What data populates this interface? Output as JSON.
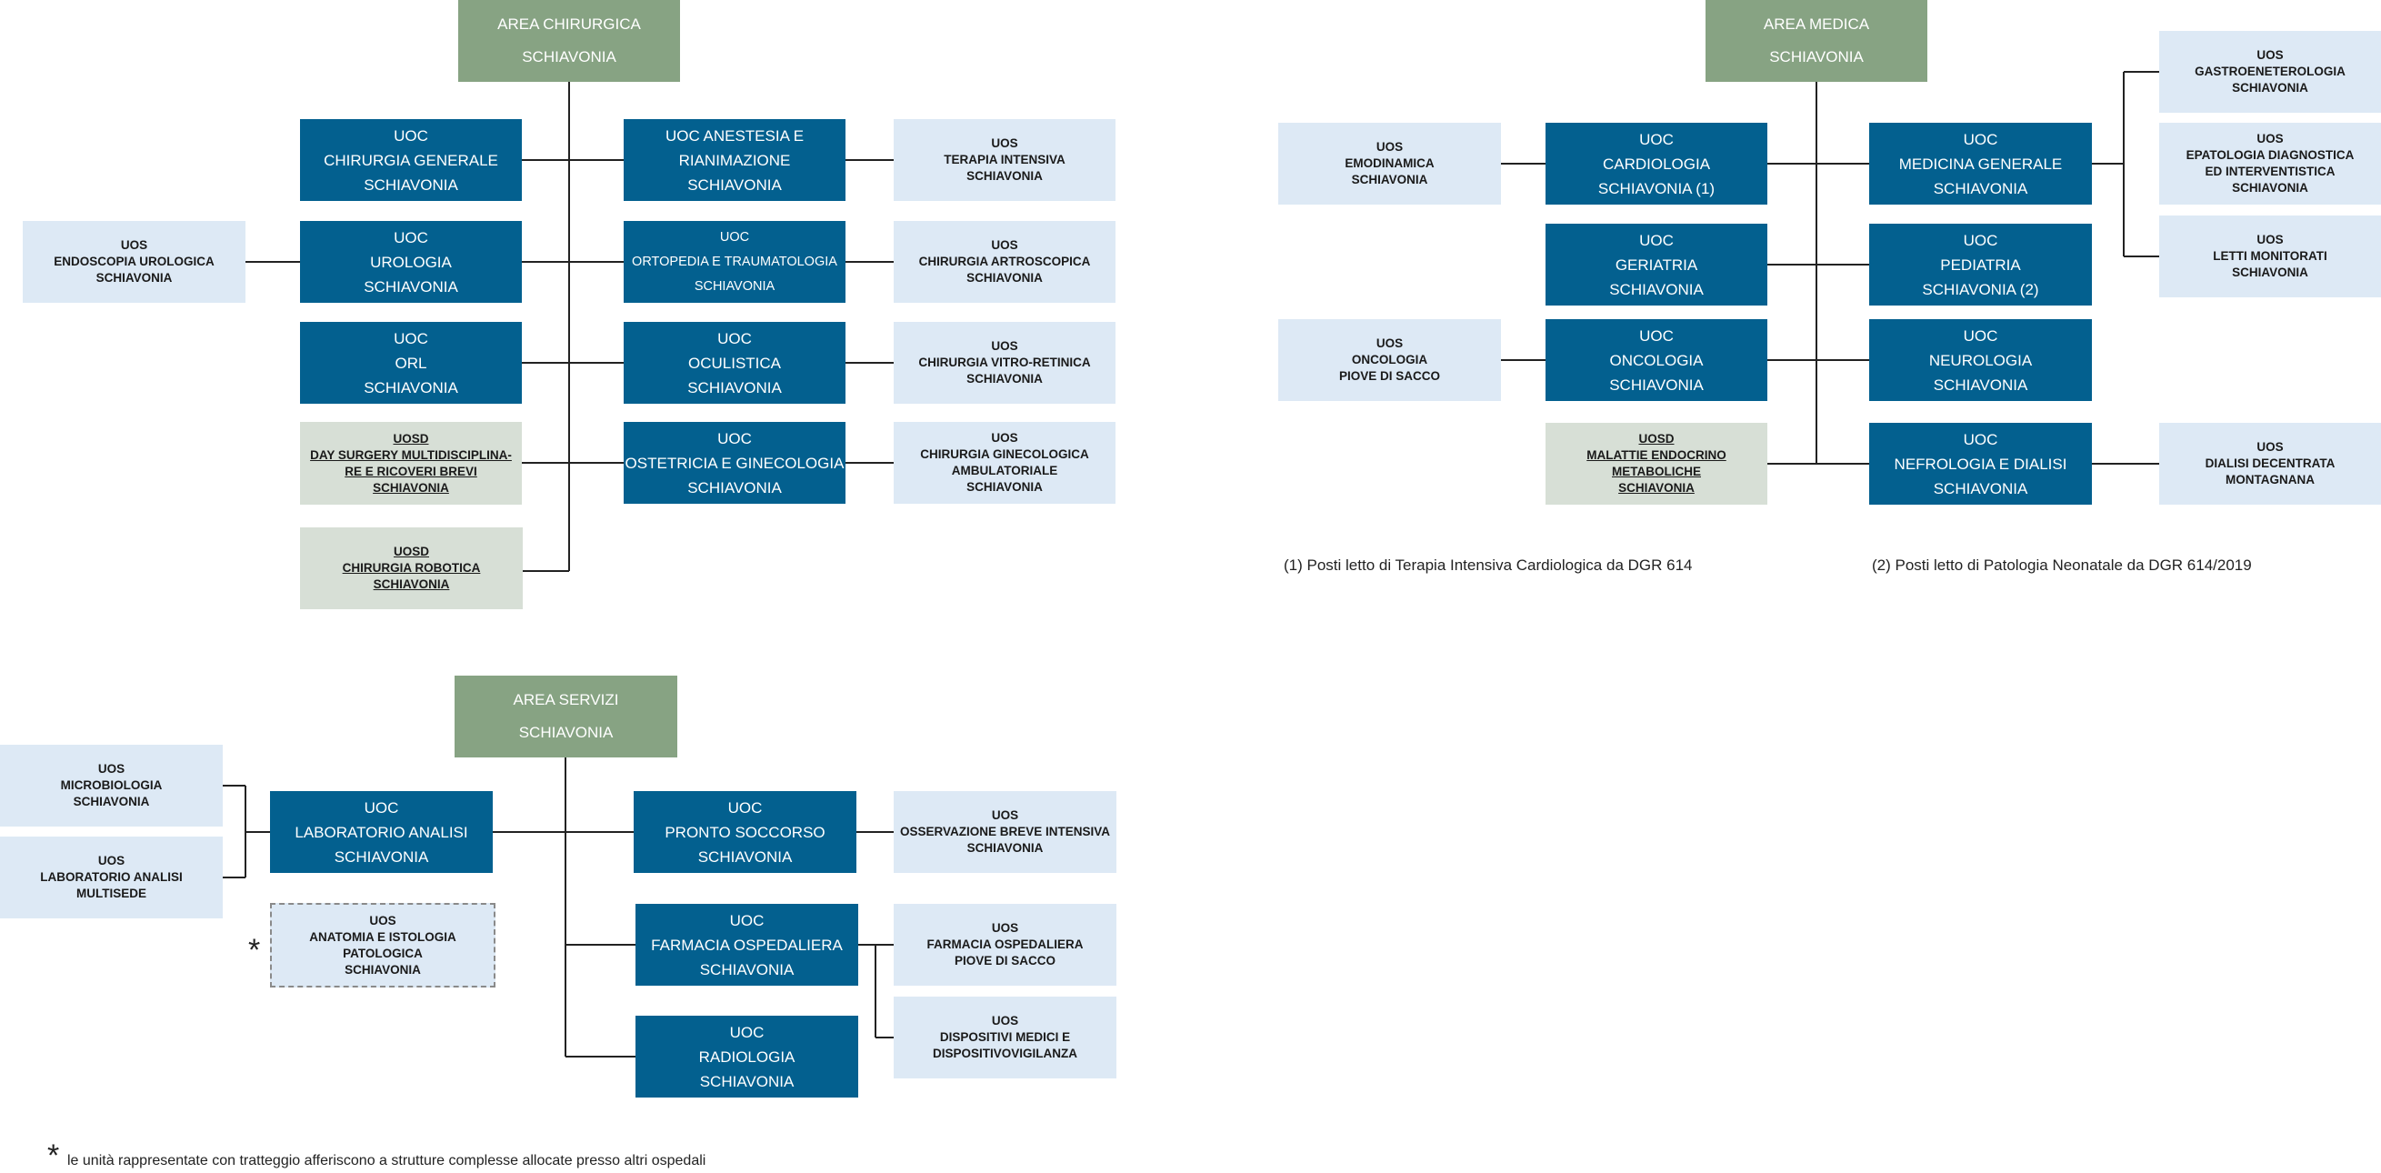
{
  "areas": {
    "chirurgica": [
      "AREA CHIRURGICA",
      "SCHIAVONIA"
    ],
    "medica": [
      "AREA MEDICA",
      "SCHIAVONIA"
    ],
    "servizi": [
      "AREA SERVIZI",
      "SCHIAVONIA"
    ]
  },
  "chirurgica": {
    "chirurgia_generale": [
      "UOC",
      "CHIRURGIA GENERALE",
      "SCHIAVONIA"
    ],
    "urologia": [
      "UOC",
      "UROLOGIA",
      "SCHIAVONIA"
    ],
    "orl": [
      "UOC",
      "ORL",
      "SCHIAVONIA"
    ],
    "day_surgery": [
      "UOSD",
      "DAY SURGERY  MULTIDISCIPLINA-",
      "RE E RICOVERI BREVI",
      "SCHIAVONIA"
    ],
    "chirurgia_robotica": [
      "UOSD",
      "CHIRURGIA ROBOTICA",
      "SCHIAVONIA"
    ],
    "endoscopia_urologica": [
      "UOS",
      "ENDOSCOPIA UROLOGICA",
      "SCHIAVONIA"
    ],
    "anestesia": [
      "UOC  ANESTESIA E",
      "RIANIMAZIONE",
      "SCHIAVONIA"
    ],
    "ortopedia": [
      "UOC",
      "ORTOPEDIA E TRAUMATOLOGIA",
      "SCHIAVONIA"
    ],
    "oculistica": [
      "UOC",
      "OCULISTICA",
      "SCHIAVONIA"
    ],
    "ostetricia": [
      "UOC",
      "OSTETRICIA E GINECOLOGIA",
      "SCHIAVONIA"
    ],
    "terapia_intensiva": [
      "UOS",
      "TERAPIA INTENSIVA",
      "SCHIAVONIA"
    ],
    "chirurgia_artroscopica": [
      "UOS",
      "CHIRURGIA ARTROSCOPICA",
      "SCHIAVONIA"
    ],
    "chirurgia_vitreo": [
      "UOS",
      "CHIRURGIA VITRO-RETINICA",
      "SCHIAVONIA"
    ],
    "chirurgia_ginecologica": [
      "UOS",
      "CHIRURGIA GINECOLOGICA",
      "AMBULATORIALE",
      "SCHIAVONIA"
    ]
  },
  "medica": {
    "emodinamica": [
      "UOS",
      "EMODINAMICA",
      "SCHIAVONIA"
    ],
    "cardiologia": [
      "UOC",
      "CARDIOLOGIA",
      "SCHIAVONIA (1)"
    ],
    "geriatria": [
      "UOC",
      "GERIATRIA",
      "SCHIAVONIA"
    ],
    "oncologia_uos": [
      "UOS",
      "ONCOLOGIA",
      "PIOVE DI SACCO"
    ],
    "oncologia": [
      "UOC",
      "ONCOLOGIA",
      "SCHIAVONIA"
    ],
    "malattie_endocrino": [
      "UOSD",
      "MALATTIE ENDOCRINO",
      "METABOLICHE",
      "SCHIAVONIA"
    ],
    "medicina_generale": [
      "UOC",
      "MEDICINA GENERALE",
      "SCHIAVONIA"
    ],
    "pediatria": [
      "UOC",
      "PEDIATRIA",
      "SCHIAVONIA (2)"
    ],
    "neurologia": [
      "UOC",
      "NEUROLOGIA",
      "SCHIAVONIA"
    ],
    "nefrologia": [
      "UOC",
      "NEFROLOGIA E DIALISI",
      "SCHIAVONIA"
    ],
    "gastroenterologia": [
      "UOS",
      "GASTROENETEROLOGIA",
      "SCHIAVONIA"
    ],
    "epatologia": [
      "UOS",
      "EPATOLOGIA DIAGNOSTICA",
      "ED INTERVENTISTICA",
      "SCHIAVONIA"
    ],
    "letti_monitorati": [
      "UOS",
      "LETTI MONITORATI",
      "SCHIAVONIA"
    ],
    "dialisi_decentrata": [
      "UOS",
      "DIALISI DECENTRATA",
      "MONTAGNANA"
    ]
  },
  "servizi": {
    "microbiologia": [
      "UOS",
      "MICROBIOLOGIA",
      "SCHIAVONIA"
    ],
    "laboratorio_multisede": [
      "UOS",
      "LABORATORIO ANALISI",
      "MULTISEDE"
    ],
    "laboratorio": [
      "UOC",
      "LABORATORIO ANALISI",
      "SCHIAVONIA"
    ],
    "anatomia": [
      "UOS",
      "ANATOMIA E ISTOLOGIA",
      "PATOLOGICA",
      "SCHIAVONIA"
    ],
    "pronto_soccorso": [
      "UOC",
      "PRONTO SOCCORSO",
      "SCHIAVONIA"
    ],
    "farmacia": [
      "UOC",
      "FARMACIA OSPEDALIERA",
      "SCHIAVONIA"
    ],
    "radiologia": [
      "UOC",
      "RADIOLOGIA",
      "SCHIAVONIA"
    ],
    "osservazione": [
      "UOS",
      "OSSERVAZIONE BREVE INTENSIVA",
      "SCHIAVONIA"
    ],
    "farmacia_uos": [
      "UOS",
      "FARMACIA OSPEDALIERA",
      "PIOVE DI SACCO"
    ],
    "dispositivi": [
      "UOS",
      "DISPOSITIVI MEDICI E",
      "DISPOSITIVOVIGILANZA"
    ]
  },
  "notes": {
    "note1": "(1) Posti letto di Terapia Intensiva Cardiologica da DGR 614",
    "note2": "(2) Posti letto di Patologia Neonatale da DGR 614/2019",
    "star": "*",
    "footnote": "le unità rappresentate con tratteggio afferiscono a strutture complesse allocate presso altri ospedali"
  },
  "colors": {
    "area": "#87a383",
    "uoc": "#03608f",
    "uos": "#dde9f5",
    "uosd": "#d7dfd6",
    "connector": "#222222"
  }
}
